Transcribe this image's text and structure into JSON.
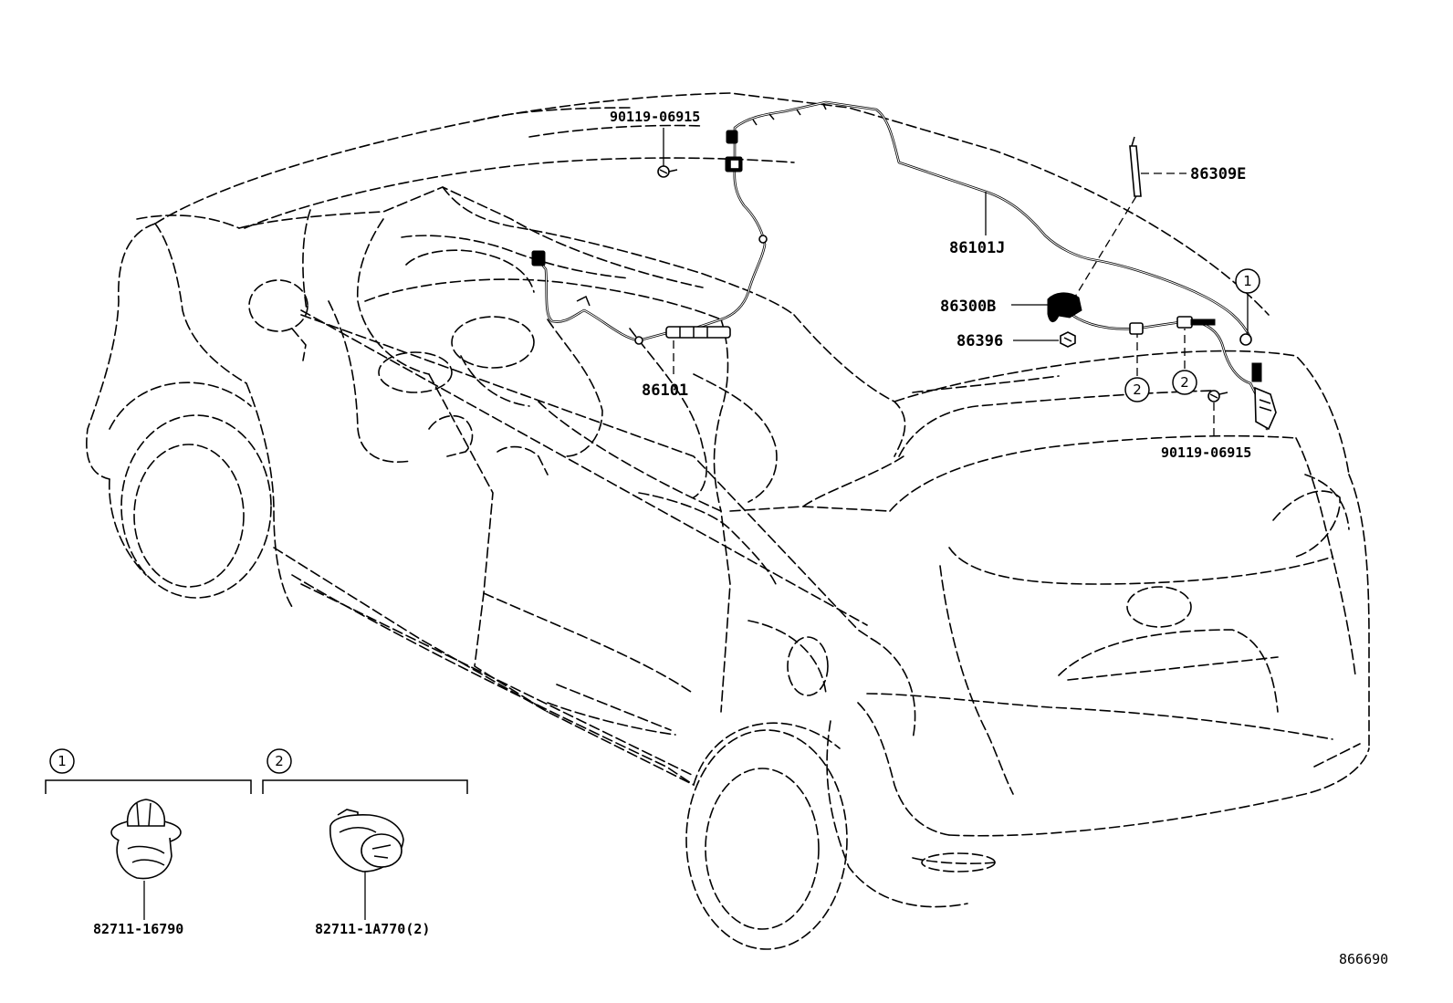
{
  "labels": {
    "bolt_front": "90119-06915",
    "antenna_rod": "86309E",
    "cord_rear": "86101J",
    "antenna_base": "86300B",
    "nut": "86396",
    "bolt_rear": "90119-06915",
    "cord_front": "86101",
    "clamp_1": "82711-16790",
    "clamp_2": "82711-1A770(2)"
  },
  "callouts": {
    "ref_1": "1",
    "ref_2": "2"
  },
  "detail_groups": {
    "group_1_number": "1",
    "group_2_number": "2"
  },
  "figure_code": "866690"
}
